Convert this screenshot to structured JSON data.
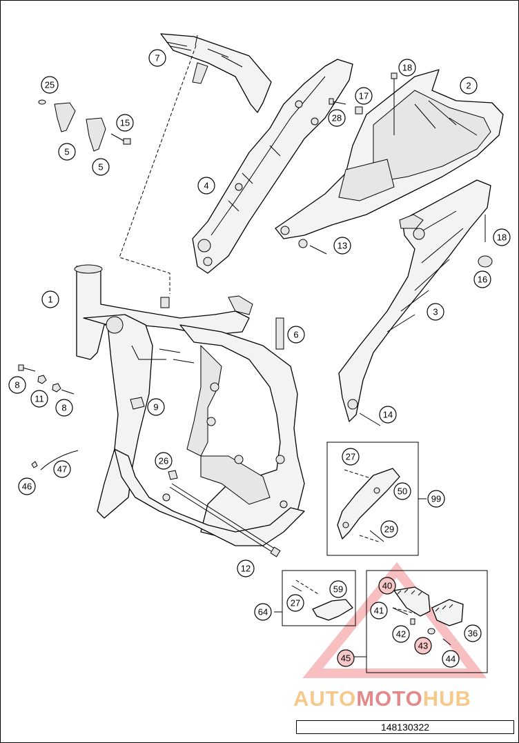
{
  "callouts": [
    {
      "label": "1",
      "color": "none"
    },
    {
      "label": "2",
      "color": "none"
    },
    {
      "label": "3",
      "color": "none"
    },
    {
      "label": "4",
      "color": "none"
    },
    {
      "label": "5",
      "color": "none"
    },
    {
      "label": "5",
      "color": "none"
    },
    {
      "label": "6",
      "color": "none"
    },
    {
      "label": "7",
      "color": "none"
    },
    {
      "label": "8",
      "color": "none"
    },
    {
      "label": "8",
      "color": "none"
    },
    {
      "label": "9",
      "color": "none"
    },
    {
      "label": "11",
      "color": "none"
    },
    {
      "label": "12",
      "color": "none"
    },
    {
      "label": "13",
      "color": "none"
    },
    {
      "label": "14",
      "color": "none"
    },
    {
      "label": "15",
      "color": "none"
    },
    {
      "label": "16",
      "color": "none"
    },
    {
      "label": "17",
      "color": "none"
    },
    {
      "label": "18",
      "color": "none"
    },
    {
      "label": "18",
      "color": "none"
    },
    {
      "label": "25",
      "color": "none"
    },
    {
      "label": "26",
      "color": "none"
    },
    {
      "label": "27",
      "color": "none"
    },
    {
      "label": "27",
      "color": "none"
    },
    {
      "label": "28",
      "color": "none"
    },
    {
      "label": "29",
      "color": "none"
    },
    {
      "label": "36",
      "color": "none"
    },
    {
      "label": "40",
      "color": "#f7c8c8"
    },
    {
      "label": "41",
      "color": "none"
    },
    {
      "label": "42",
      "color": "none"
    },
    {
      "label": "43",
      "color": "#f7c8c8"
    },
    {
      "label": "44",
      "color": "none"
    },
    {
      "label": "45",
      "color": "#f7c8c8"
    },
    {
      "label": "46",
      "color": "none"
    },
    {
      "label": "47",
      "color": "none"
    },
    {
      "label": "50",
      "color": "none"
    },
    {
      "label": "59",
      "color": "none"
    },
    {
      "label": "64",
      "color": "none"
    },
    {
      "label": "99",
      "color": "none"
    }
  ],
  "watermark": {
    "text_a": "AUTO",
    "text_b": "MOTO",
    "text_c": "HUB",
    "color_primary": "#f6c98b",
    "color_secondary": "#e28a8a"
  },
  "part_number": "148130322"
}
